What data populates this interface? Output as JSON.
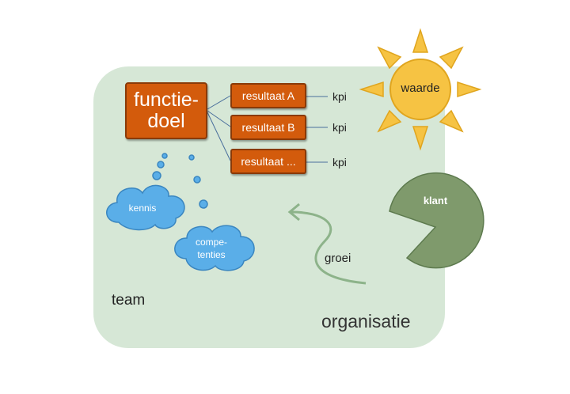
{
  "nodes": {
    "goal_label": "functie-\ndoel",
    "results": [
      {
        "label": "resultaat A",
        "kpi": "kpi"
      },
      {
        "label": "resultaat B",
        "kpi": "kpi"
      },
      {
        "label": "resultaat ...",
        "kpi": "kpi"
      }
    ],
    "sun_label": "waarde",
    "customer_label": "klant",
    "knowledge_label": "kennis",
    "competencies_label": "compe-\ntenties",
    "growth_label": "groei",
    "team_label": "team",
    "organisation_label": "organisatie"
  },
  "colors": {
    "panel": "#d6e7d6",
    "orange": "#d35b0c",
    "cloud": "#5aaee8",
    "sun": "#f6c343",
    "customer": "#7f9a6c",
    "arrow": "#8db38a"
  }
}
